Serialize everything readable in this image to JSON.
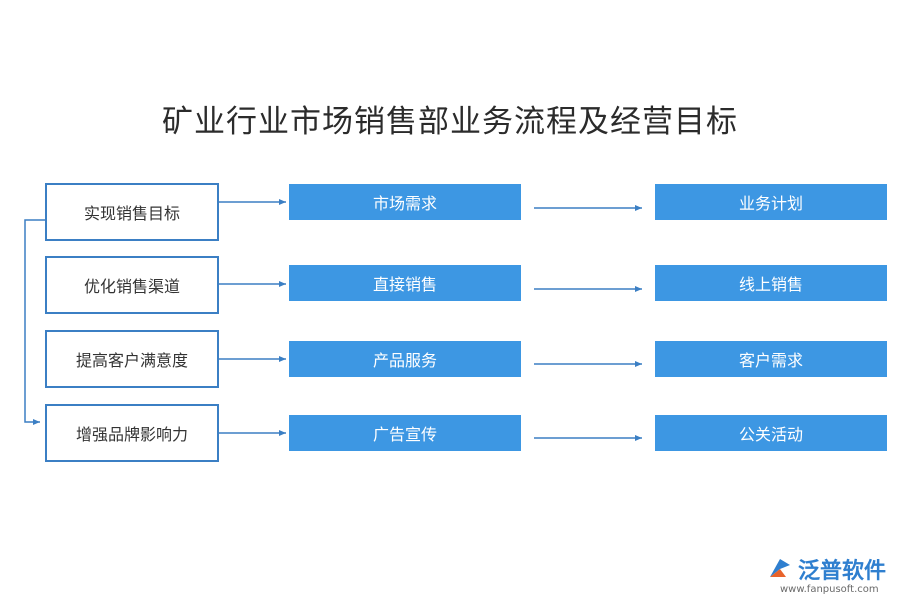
{
  "title": "矿业行业市场销售部业务流程及经营目标",
  "goals": [
    "实现销售目标",
    "优化销售渠道",
    "提高客户满意度",
    "增强品牌影响力"
  ],
  "middle": [
    "市场需求",
    "直接销售",
    "产品服务",
    "广告宣传"
  ],
  "right": [
    "业务计划",
    "线上销售",
    "客户需求",
    "公关活动"
  ],
  "colors": {
    "border": "#3b7fc4",
    "box": "#3d97e3",
    "arrow": "#3b7fc4"
  },
  "brand": {
    "name": "泛普软件",
    "url": "www.fanpusoft.com"
  }
}
